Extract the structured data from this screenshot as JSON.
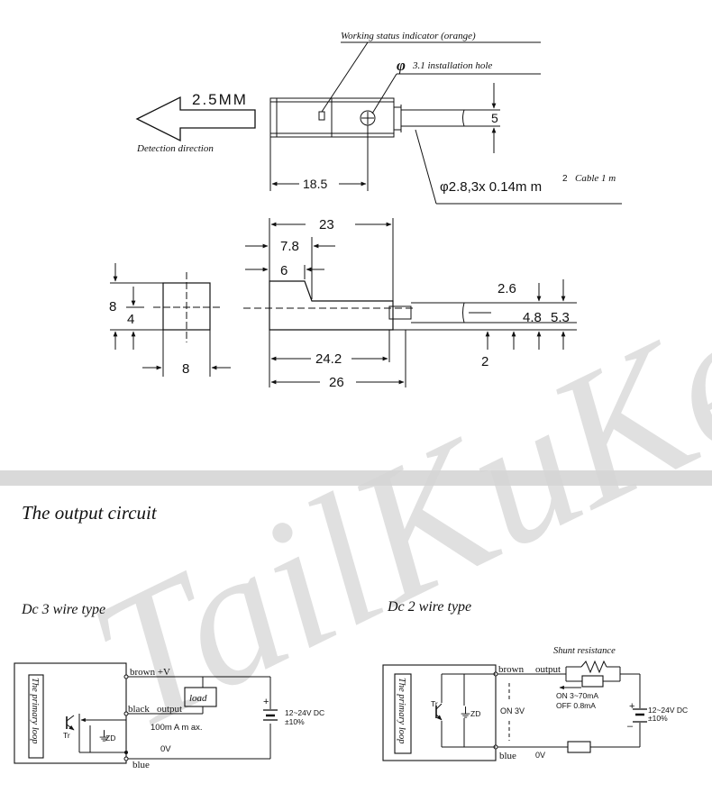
{
  "watermark": "TailKuKe",
  "top_view": {
    "indicator_label": "Working status indicator (orange)",
    "phi": "φ",
    "hole_label": "3.1 installation hole",
    "distance": "2.5MM",
    "direction_label": "Detection direction",
    "dim_height": "5",
    "dim_length": "18.5",
    "cable_spec": "φ2.8,3x 0.14m m",
    "cable_sup": "2",
    "cable_label": "Cable 1 m"
  },
  "side_view": {
    "dim_23": "23",
    "dim_7_8": "7.8",
    "dim_6": "6",
    "dim_2_6": "2.6",
    "dim_4_8": "4.8",
    "dim_5_3": "5.3",
    "dim_2": "2",
    "dim_24_2": "24.2",
    "dim_26": "26"
  },
  "front_view": {
    "dim_8_outer": "8",
    "dim_4": "4",
    "dim_8_bottom": "8"
  },
  "section_title": "The output circuit",
  "circuit_3wire": {
    "title": "Dc 3 wire type",
    "box_label": "The primary loop",
    "brown": "brown +V",
    "black": "black",
    "output": "output",
    "load": "load",
    "max_current": "100m A m ax.",
    "zero_v": "0V",
    "blue": "blue",
    "tr": "Tr",
    "zd": "ZD",
    "supply": "12~24V  DC",
    "tolerance": "±10%"
  },
  "circuit_2wire": {
    "title": "Dc 2 wire type",
    "box_label": "The primary loop",
    "shunt": "Shunt resistance",
    "brown": "brown",
    "output": "output",
    "on_current": "ON  3~70mA",
    "off_current": "OFF  0.8mA",
    "on_voltage": "ON 3V",
    "zero_v": "0V",
    "blue": "blue",
    "tr": "Tr",
    "zd": "ZD",
    "supply": "12~24V  DC",
    "tolerance": "±10%"
  }
}
